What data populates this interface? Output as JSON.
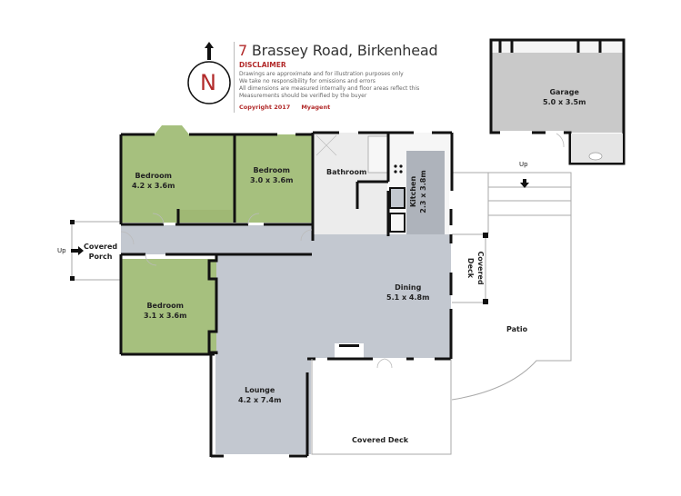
{
  "header": {
    "address_number": "7",
    "address_rest": " Brassey Road, Birkenhead",
    "disclaimer_title": "DISCLAIMER",
    "disclaimer_lines": [
      "Drawings are approximate and for illustration purposes only",
      "We take no responsibility for omissions and errors",
      "All dimensions are measured internally and floor areas reflect this",
      "Measurements should be verified by the buyer"
    ],
    "copyright": "Copyright 2017",
    "agent": "Myagent",
    "compass_letter": "N"
  },
  "colors": {
    "bedroom_fill": "#a6c07e",
    "living_fill": "#c3c8d0",
    "garage_fill": "#c9c9c9",
    "wall": "#111111",
    "accent_red": "#b22a2a"
  },
  "rooms": {
    "bedroom1": {
      "name": "Bedroom",
      "size": "4.2 x 3.6m"
    },
    "bedroom2": {
      "name": "Bedroom",
      "size": "3.0 x 3.6m"
    },
    "bedroom3": {
      "name": "Bedroom",
      "size": "3.1 x 3.6m"
    },
    "bathroom": {
      "name": "Bathroom"
    },
    "kitchen": {
      "name": "Kitchen",
      "size": "2.3 x 3.8m"
    },
    "dining": {
      "name": "Dining",
      "size": "5.1 x 4.8m"
    },
    "lounge": {
      "name": "Lounge",
      "size": "4.2 x 7.4m"
    },
    "garage": {
      "name": "Garage",
      "size": "5.0 x 3.5m"
    },
    "covered_porch": {
      "line1": "Covered",
      "line2": "Porch"
    },
    "covered_deck_side": {
      "line1": "Covered",
      "line2": "Deck"
    },
    "covered_deck": {
      "name": "Covered Deck"
    },
    "patio": {
      "name": "Patio"
    }
  },
  "markers": {
    "up_porch": "Up",
    "up_steps": "Up"
  }
}
